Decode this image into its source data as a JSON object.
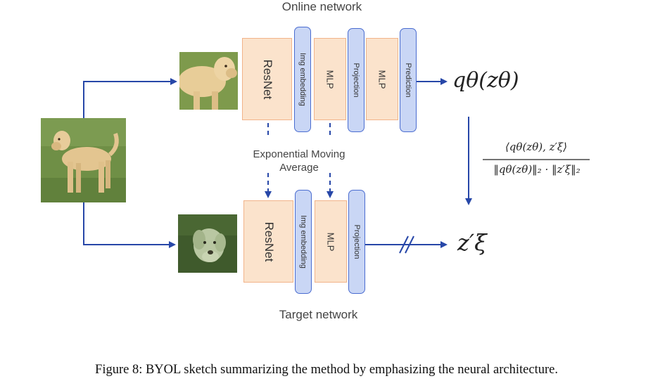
{
  "online": {
    "title": "Online network",
    "boxes": {
      "resnet": "ResNet",
      "embedding": "Img embedding",
      "mlp1": "MLP",
      "projection": "Projection",
      "mlp2": "MLP",
      "prediction": "Prediction"
    },
    "output": "qθ(zθ)"
  },
  "target": {
    "title": "Target network",
    "boxes": {
      "resnet": "ResNet",
      "embedding": "Img embedding",
      "mlp": "MLP",
      "projection": "Projection"
    },
    "output": "z′ξ"
  },
  "ema_label_line1": "Exponential Moving",
  "ema_label_line2": "Average",
  "loss_formula": {
    "numerator": "⟨qθ(zθ), z′ξ⟩",
    "denominator": "‖qθ(zθ)‖₂ · ‖z′ξ‖₂"
  },
  "caption": "Figure 8: BYOL sketch summarizing the method by emphasizing the neural architecture.",
  "colors": {
    "arrow": "#2747a8",
    "orange_fill": "#fbe3cc",
    "orange_border": "#f2b48a",
    "blue_fill": "#c9d6f5",
    "blue_border": "#4a6cd0",
    "grass": "#6f8f46",
    "dog": "#e3c590"
  }
}
